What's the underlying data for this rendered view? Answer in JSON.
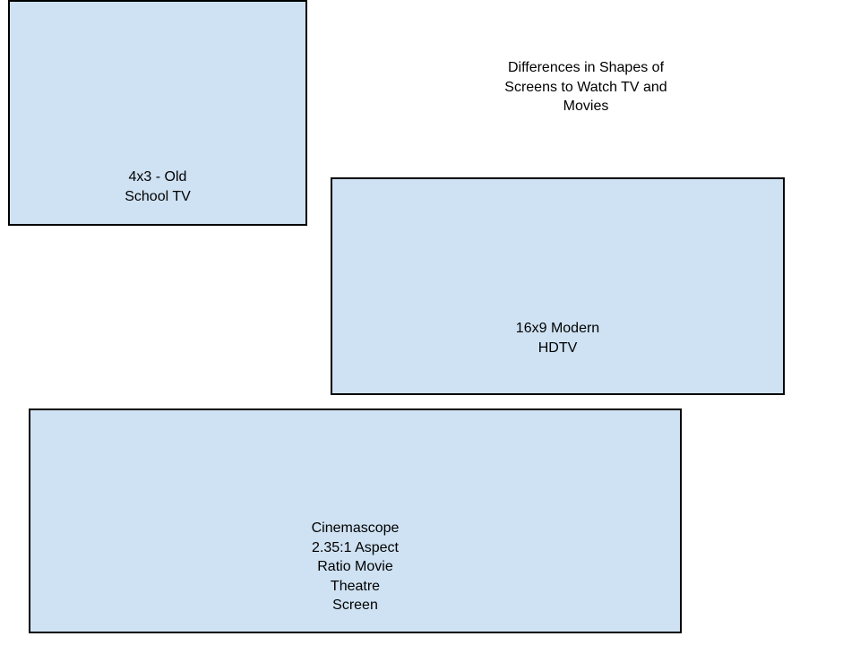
{
  "diagram": {
    "title": "Differences in Shapes of\nScreens to Watch TV and\nMovies",
    "screens": [
      {
        "id": "4x3",
        "label": "4x3 - Old\nSchool TV"
      },
      {
        "id": "16x9",
        "label": "16x9 Modern\nHDTV"
      },
      {
        "id": "cinemascope",
        "label": "Cinemascope\n2.35:1 Aspect\nRatio Movie\nTheatre\nScreen"
      }
    ]
  },
  "colors": {
    "screen_fill": "#cfe2f3",
    "screen_border": "#000000",
    "background": "#ffffff"
  }
}
